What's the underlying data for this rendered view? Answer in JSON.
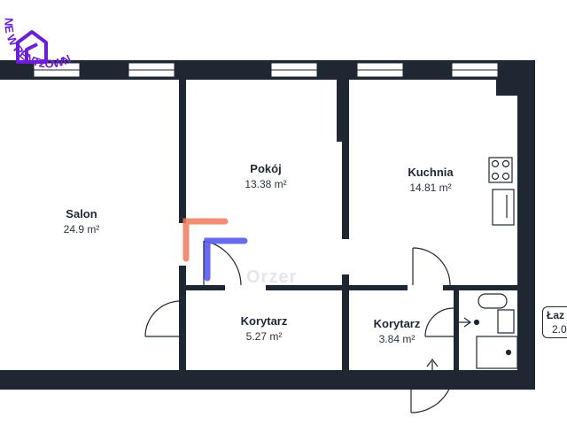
{
  "logo": {
    "text": "NE W RENT2OWN",
    "color": "#6a1fd6"
  },
  "watermark": "Orzer",
  "rooms": [
    {
      "id": "salon",
      "name": "Salon",
      "area": "24.9 m²"
    },
    {
      "id": "pokoj",
      "name": "Pokój",
      "area": "13.38 m²"
    },
    {
      "id": "kuchnia",
      "name": "Kuchnia",
      "area": "14.81 m²"
    },
    {
      "id": "korytarz1",
      "name": "Korytarz",
      "area": "5.27 m²"
    },
    {
      "id": "korytarz2",
      "name": "Korytarz",
      "area": "3.84 m²"
    }
  ],
  "bathroom": {
    "name": "Łaz",
    "area": "2.0"
  },
  "colors": {
    "wall": "#1f2733",
    "window": "#ffffff",
    "accent_orange": "#f07a5a",
    "accent_blue": "#5a5af0",
    "logo_purple": "#6a1fd6"
  }
}
